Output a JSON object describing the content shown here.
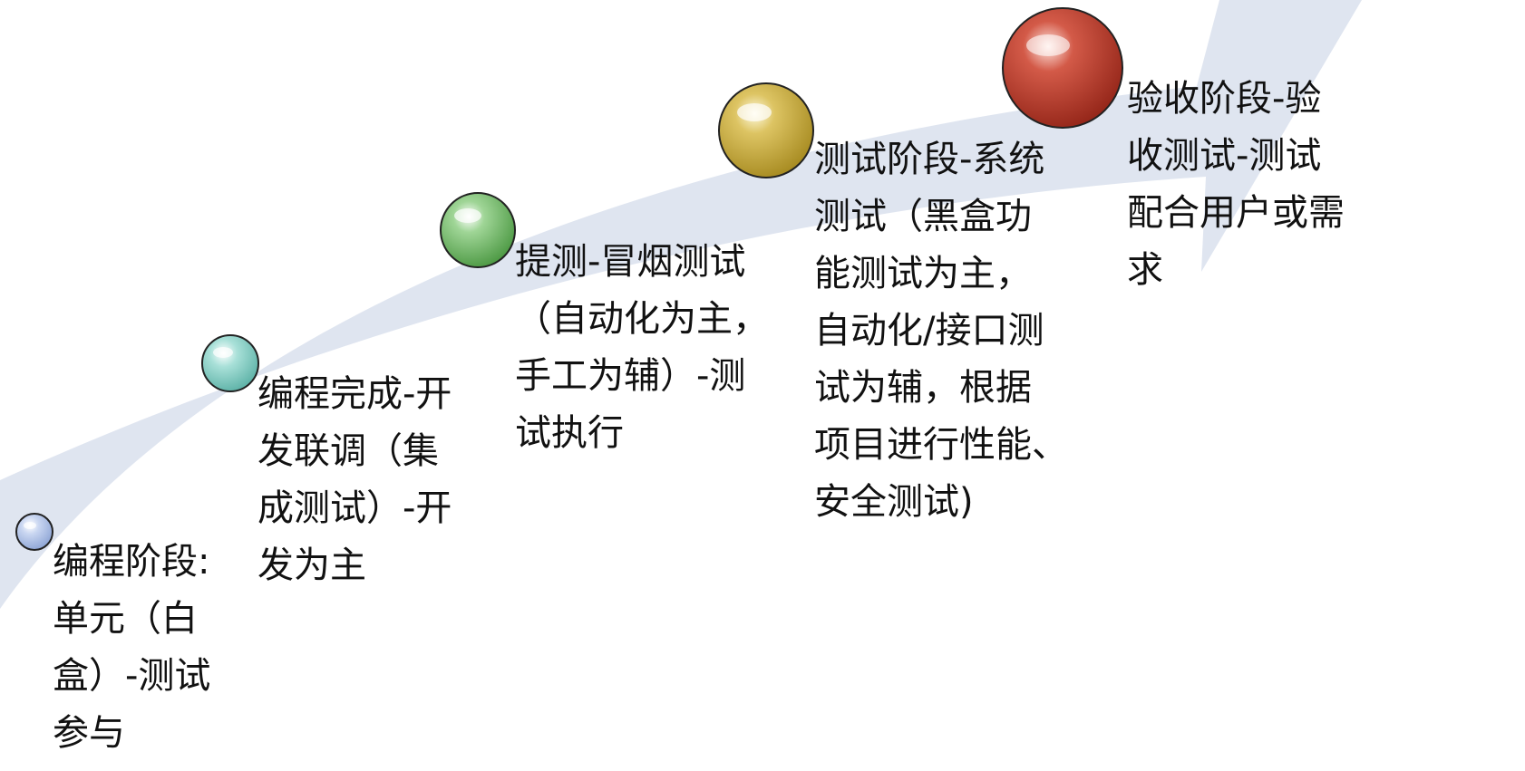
{
  "stages": [
    {
      "name": "stage-1",
      "color": "#aec0e6",
      "lines": [
        "编程阶段:",
        "单元（白",
        "盒）-测试",
        "参与"
      ]
    },
    {
      "name": "stage-2",
      "color": "#8fd3c9",
      "lines": [
        "编程完成-开",
        "发联调（集",
        "成测试）-开",
        "发为主"
      ]
    },
    {
      "name": "stage-3",
      "color": "#73c06a",
      "lines": [
        "提测-冒烟测试",
        "（自动化为主，",
        "手工为辅）-测",
        "试执行"
      ]
    },
    {
      "name": "stage-4",
      "color": "#cdb040",
      "lines": [
        "测试阶段-系统",
        "测试（黑盒功",
        "能测试为主，",
        "自动化/接口测",
        "试为辅，根据",
        "项目进行性能、",
        "安全测试)"
      ]
    },
    {
      "name": "stage-5",
      "color": "#c1392b",
      "lines": [
        "验收阶段-验",
        "收测试-测试",
        "配合用户或需",
        "求"
      ]
    }
  ],
  "arrow_color": "#dfe5f0"
}
